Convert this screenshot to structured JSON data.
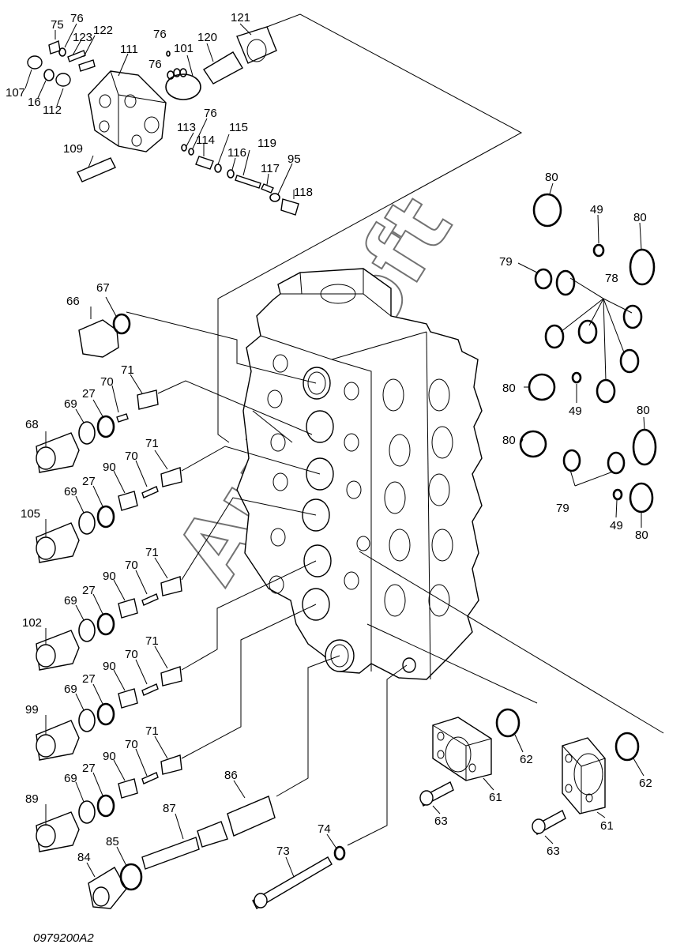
{
  "drawing_code": "0979200A2",
  "watermark": "AutoSoft",
  "parts": [
    {
      "id": "p75",
      "label": "75"
    },
    {
      "id": "p76a",
      "label": "76"
    },
    {
      "id": "p123",
      "label": "123"
    },
    {
      "id": "p122",
      "label": "122"
    },
    {
      "id": "p107",
      "label": "107"
    },
    {
      "id": "p16",
      "label": "16"
    },
    {
      "id": "p112",
      "label": "112"
    },
    {
      "id": "p111",
      "label": "111"
    },
    {
      "id": "p76b",
      "label": "76"
    },
    {
      "id": "p101",
      "label": "101"
    },
    {
      "id": "p76c",
      "label": "76"
    },
    {
      "id": "p120",
      "label": "120"
    },
    {
      "id": "p121",
      "label": "121"
    },
    {
      "id": "p113",
      "label": "113"
    },
    {
      "id": "p76d",
      "label": "76"
    },
    {
      "id": "p114",
      "label": "114"
    },
    {
      "id": "p115",
      "label": "115"
    },
    {
      "id": "p116",
      "label": "116"
    },
    {
      "id": "p119",
      "label": "119"
    },
    {
      "id": "p117",
      "label": "117"
    },
    {
      "id": "p95",
      "label": "95"
    },
    {
      "id": "p118",
      "label": "118"
    },
    {
      "id": "p109",
      "label": "109"
    },
    {
      "id": "p66",
      "label": "66"
    },
    {
      "id": "p67",
      "label": "67"
    },
    {
      "id": "p68",
      "label": "68"
    },
    {
      "id": "p69a",
      "label": "69"
    },
    {
      "id": "p27a",
      "label": "27"
    },
    {
      "id": "p70a",
      "label": "70"
    },
    {
      "id": "p71a",
      "label": "71"
    },
    {
      "id": "p105",
      "label": "105"
    },
    {
      "id": "p69b",
      "label": "69"
    },
    {
      "id": "p27b",
      "label": "27"
    },
    {
      "id": "p90a",
      "label": "90"
    },
    {
      "id": "p70b",
      "label": "70"
    },
    {
      "id": "p71b",
      "label": "71"
    },
    {
      "id": "p102",
      "label": "102"
    },
    {
      "id": "p69c",
      "label": "69"
    },
    {
      "id": "p27c",
      "label": "27"
    },
    {
      "id": "p90b",
      "label": "90"
    },
    {
      "id": "p70c",
      "label": "70"
    },
    {
      "id": "p71c",
      "label": "71"
    },
    {
      "id": "p99",
      "label": "99"
    },
    {
      "id": "p69d",
      "label": "69"
    },
    {
      "id": "p27d",
      "label": "27"
    },
    {
      "id": "p90c",
      "label": "90"
    },
    {
      "id": "p70d",
      "label": "70"
    },
    {
      "id": "p71d",
      "label": "71"
    },
    {
      "id": "p89",
      "label": "89"
    },
    {
      "id": "p69e",
      "label": "69"
    },
    {
      "id": "p27e",
      "label": "27"
    },
    {
      "id": "p90d",
      "label": "90"
    },
    {
      "id": "p70e",
      "label": "70"
    },
    {
      "id": "p71e",
      "label": "71"
    },
    {
      "id": "p84",
      "label": "84"
    },
    {
      "id": "p85",
      "label": "85"
    },
    {
      "id": "p87",
      "label": "87"
    },
    {
      "id": "p86",
      "label": "86"
    },
    {
      "id": "p73",
      "label": "73"
    },
    {
      "id": "p74",
      "label": "74"
    },
    {
      "id": "p80a",
      "label": "80"
    },
    {
      "id": "p49a",
      "label": "49"
    },
    {
      "id": "p80b",
      "label": "80"
    },
    {
      "id": "p79a",
      "label": "79"
    },
    {
      "id": "p78",
      "label": "78"
    },
    {
      "id": "p80c",
      "label": "80"
    },
    {
      "id": "p49b",
      "label": "49"
    },
    {
      "id": "p80d",
      "label": "80"
    },
    {
      "id": "p80e",
      "label": "80"
    },
    {
      "id": "p79b",
      "label": "79"
    },
    {
      "id": "p49c",
      "label": "49"
    },
    {
      "id": "p80f",
      "label": "80"
    },
    {
      "id": "p62a",
      "label": "62"
    },
    {
      "id": "p61a",
      "label": "61"
    },
    {
      "id": "p63a",
      "label": "63"
    },
    {
      "id": "p62b",
      "label": "62"
    },
    {
      "id": "p61b",
      "label": "61"
    },
    {
      "id": "p63b",
      "label": "63"
    }
  ]
}
